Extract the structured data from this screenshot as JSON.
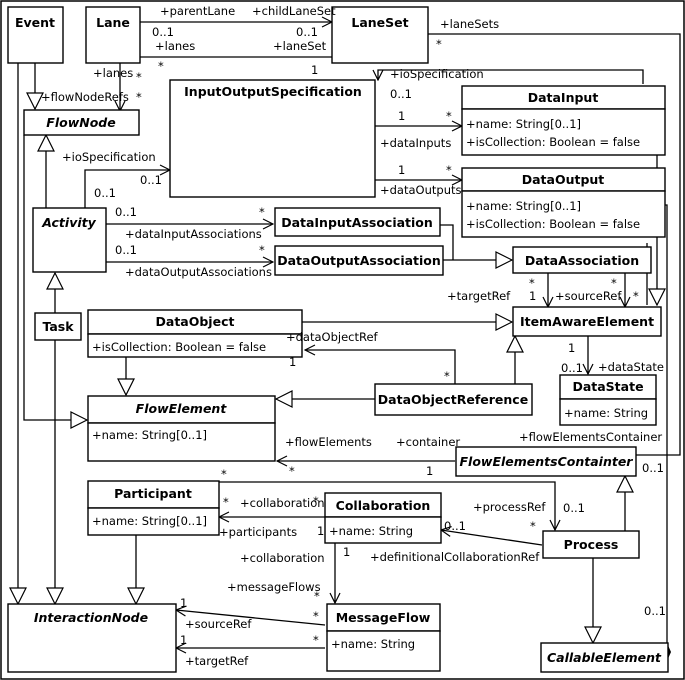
{
  "classes": {
    "event": "Event",
    "lane": "Lane",
    "laneset": "LaneSet",
    "flownode": "FlowNode",
    "ios": "InputOutputSpecification",
    "datainput": "DataInput",
    "datainput_attr1": "+name: String[0..1]",
    "datainput_attr2": "+isCollection: Boolean = false",
    "dataoutput": "DataOutput",
    "dataoutput_attr1": "+name: String[0..1]",
    "dataoutput_attr2": "+isCollection: Boolean = false",
    "activity": "Activity",
    "datainputassoc": "DataInputAssociation",
    "dataoutputassoc": "DataOutputAssociation",
    "dataassoc": "DataAssociation",
    "task": "Task",
    "dataobject": "DataObject",
    "dataobject_attr": "+isCollection: Boolean = false",
    "itemaware": "ItemAwareElement",
    "datastate": "DataState",
    "datastate_attr": "+name: String",
    "dataobjectref": "DataObjectReference",
    "flowelement": "FlowElement",
    "flowelement_attr": "+name: String[0..1]",
    "flowcontainer": "FlowElementsContainter",
    "participant": "Participant",
    "participant_attr": "+name: String[0..1]",
    "collaboration": "Collaboration",
    "collaboration_attr": "+name: String",
    "process": "Process",
    "interactionnode": "InteractionNode",
    "messageflow": "MessageFlow",
    "messageflow_attr": "+name: String",
    "callable": "CallableElement"
  },
  "labels": {
    "parentLane": "+parentLane",
    "childLaneSet": "+childLaneSet",
    "laneSets": "+laneSets",
    "lanes1": "+lanes",
    "laneSet": "+laneSet",
    "lanes2": "+lanes",
    "flowNodeRefs": "+flowNodeRefs",
    "ioSpec1": "+ioSpecification",
    "ioSpec2": "+ioSpecification",
    "dataInputs": "+dataInputs",
    "dataOutputs": "+dataOutputs",
    "dataInputAssociations": "+dataInputAssociations",
    "dataOutputAssociations": "+dataOutputAssociations",
    "targetRef1": "+targetRef",
    "sourceRef1": "+sourceRef",
    "dataObjectRef": "+dataObjectRef",
    "dataState": "+dataState",
    "flowElements": "+flowElements",
    "container": "+container",
    "flowElementsContainer": "+flowElementsContainer",
    "collaboration1": "+collaboration",
    "participants": "+participants",
    "processRef": "+processRef",
    "collaboration2": "+collaboration",
    "definitionalCollaborationRef": "+definitionalCollaborationRef",
    "messageFlows": "+messageFlows",
    "sourceRef2": "+sourceRef",
    "targetRef2": "+targetRef"
  },
  "mult": {
    "m01a": "0..1",
    "m01b": "0..1",
    "star_laneSets": "*",
    "star_lanes1": "*",
    "m1_lanes": "1",
    "star_lanes2": "*",
    "star_flowNodeRefs": "*",
    "m01_ios": "0..1",
    "m1_di": "1",
    "star_di": "*",
    "m01_act": "0..1",
    "m01_act2": "0..1",
    "m1_do": "1",
    "star_do": "*",
    "m01_dia": "0..1",
    "star_dia": "*",
    "m01_doa": "0..1",
    "star_doa": "*",
    "star_tr": "*",
    "m1_tr": "1",
    "star_sr": "*",
    "star_sr2": "*",
    "m1_dor": "1",
    "star_dor": "*",
    "m1_ds": "1",
    "m01_ds": "0..1",
    "star_fe": "*",
    "m1_fe": "1",
    "m01_fc": "0..1",
    "star_part": "*",
    "star_coll": "*",
    "m1_coll": "1",
    "m01_coll": "0..1",
    "star_pr": "*",
    "m01_pr": "0..1",
    "m1_mf": "1",
    "star_mf": "*",
    "m1_src": "1",
    "star_src": "*",
    "m1_tgt": "1",
    "star_tgt": "*",
    "m01_call": "0..1",
    "star_part2": "*"
  }
}
